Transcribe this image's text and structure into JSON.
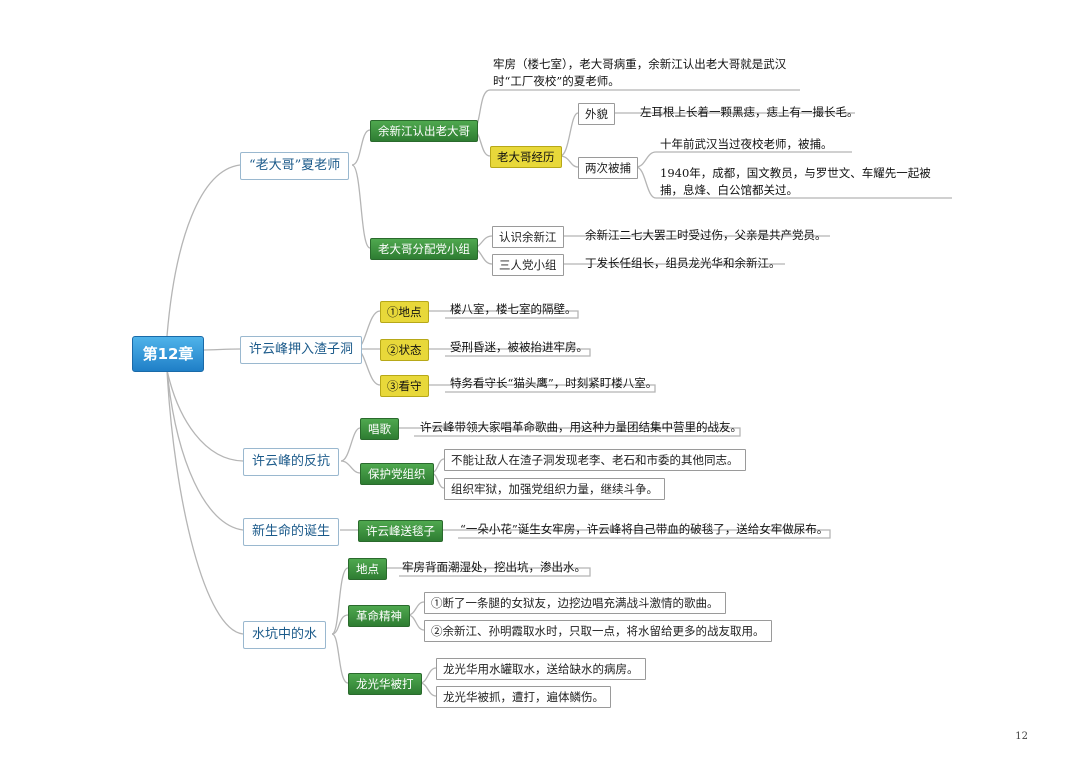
{
  "root": "第12章",
  "sections": {
    "s1": {
      "title": "“老大哥”夏老师",
      "b1": {
        "label": "余新江认出老大哥",
        "leaf": "牢房（楼七室），老大哥病重，余新江认出老大哥就是武汉时“工厂夜校”的夏老师。",
        "sub": {
          "label": "老大哥经历",
          "look": {
            "label": "外貌",
            "text": "左耳根上长着一颗黑痣，痣上有一撮长毛。"
          },
          "arrest": {
            "label": "两次被捕",
            "t1": "十年前武汉当过夜校老师，被捕。",
            "t2": "1940年，成都，国文教员，与罗世文、车耀先一起被捕，息烽、白公馆都关过。"
          }
        }
      },
      "b2": {
        "label": "老大哥分配党小组",
        "r1": {
          "label": "认识余新江",
          "text": "余新江二七大罢工时受过伤，父亲是共产党员。"
        },
        "r2": {
          "label": "三人党小组",
          "text": "丁发长任组长，组员龙光华和余新江。"
        }
      }
    },
    "s2": {
      "title": "许云峰押入渣子洞",
      "r1": {
        "label": "①地点",
        "text": "楼八室，楼七室的隔壁。"
      },
      "r2": {
        "label": "②状态",
        "text": "受刑昏迷，被被抬进牢房。"
      },
      "r3": {
        "label": "③看守",
        "text": "特务看守长“猫头鹰”，时刻紧盯楼八室。"
      }
    },
    "s3": {
      "title": "许云峰的反抗",
      "b1": {
        "label": "唱歌",
        "text": "许云峰带领大家唱革命歌曲，用这种力量团结集中营里的战友。"
      },
      "b2": {
        "label": "保护党组织",
        "t1": "不能让敌人在渣子洞发现老李、老石和市委的其他同志。",
        "t2": "组织牢狱，加强党组织力量，继续斗争。"
      }
    },
    "s4": {
      "title": "新生命的诞生",
      "b1": {
        "label": "许云峰送毯子",
        "text": "“一朵小花”诞生女牢房，许云峰将自己带血的破毯了，送给女牢做尿布。"
      }
    },
    "s5": {
      "title": "水坑中的水",
      "b1": {
        "label": "地点",
        "text": "牢房背面潮湿处，挖出坑，渗出水。"
      },
      "b2": {
        "label": "革命精神",
        "t1": "①断了一条腿的女狱友，边挖边唱充满战斗激情的歌曲。",
        "t2": "②余新江、孙明霞取水时，只取一点，将水留给更多的战友取用。"
      },
      "b3": {
        "label": "龙光华被打",
        "t1": "龙光华用水罐取水，送给缺水的病房。",
        "t2": "龙光华被抓，遭打，遍体鳞伤。"
      }
    }
  },
  "page_number": "12",
  "colors": {
    "root": "#2a8fd6",
    "green_tag": "#3d8f3f",
    "yellow_tag": "#e8d83a",
    "line": "#b8b8b8"
  }
}
